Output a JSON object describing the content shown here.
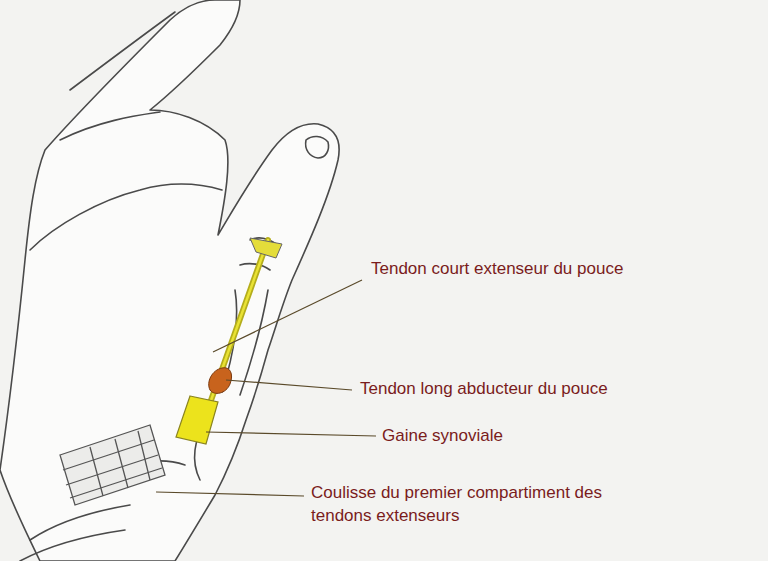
{
  "diagram": {
    "labels": [
      "Tendon court extenseur du pouce",
      "Tendon long abducteur du pouce",
      "Gaine synoviale",
      "Coulisse du premier compartiment des tendons extenseurs"
    ]
  }
}
